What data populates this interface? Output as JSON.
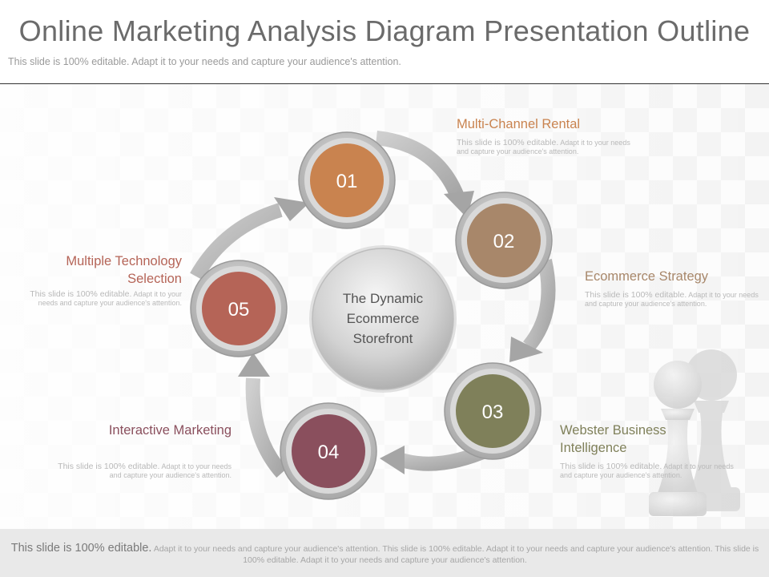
{
  "header": {
    "title": "Online Marketing Analysis Diagram Presentation Outline",
    "subtitle": "This slide is 100% editable. Adapt it to your needs and capture your audience's attention."
  },
  "center": {
    "line1": "The Dynamic",
    "line2": "Ecommerce",
    "line3": "Storefront"
  },
  "steps": [
    {
      "number": "01",
      "title": "Multi-Channel Rental",
      "title_line2": "",
      "color": "#c9834f",
      "desc_lead": "This slide is 100% editable.",
      "desc_rest": "Adapt it to your needs and capture your audience's attention."
    },
    {
      "number": "02",
      "title": "Ecommerce Strategy",
      "title_line2": "",
      "color": "#a8876a",
      "desc_lead": "This slide is 100% editable.",
      "desc_rest": "Adapt it to your needs and capture your audience's attention."
    },
    {
      "number": "03",
      "title": "Webster Business",
      "title_line2": "Intelligence",
      "color": "#7f805a",
      "desc_lead": "This slide is 100% editable.",
      "desc_rest": "Adapt it to your needs and capture your audience's attention."
    },
    {
      "number": "04",
      "title": "Interactive Marketing",
      "title_line2": "",
      "color": "#8a4f5d",
      "desc_lead": "This slide is 100% editable.",
      "desc_rest": "Adapt it to your needs and capture your audience's attention."
    },
    {
      "number": "05",
      "title": "Multiple Technology",
      "title_line2": "Selection",
      "color": "#b56457",
      "desc_lead": "This slide is 100% editable.",
      "desc_rest": "Adapt it to your needs and capture your audience's attention."
    }
  ],
  "footer": {
    "lead": "This slide is 100% editable.",
    "rest": "Adapt it to your needs and capture your audience's attention. This slide is 100% editable. Adapt it to your needs and capture your audience's attention. This slide is 100% editable. Adapt it to your needs and capture your audience's attention."
  }
}
